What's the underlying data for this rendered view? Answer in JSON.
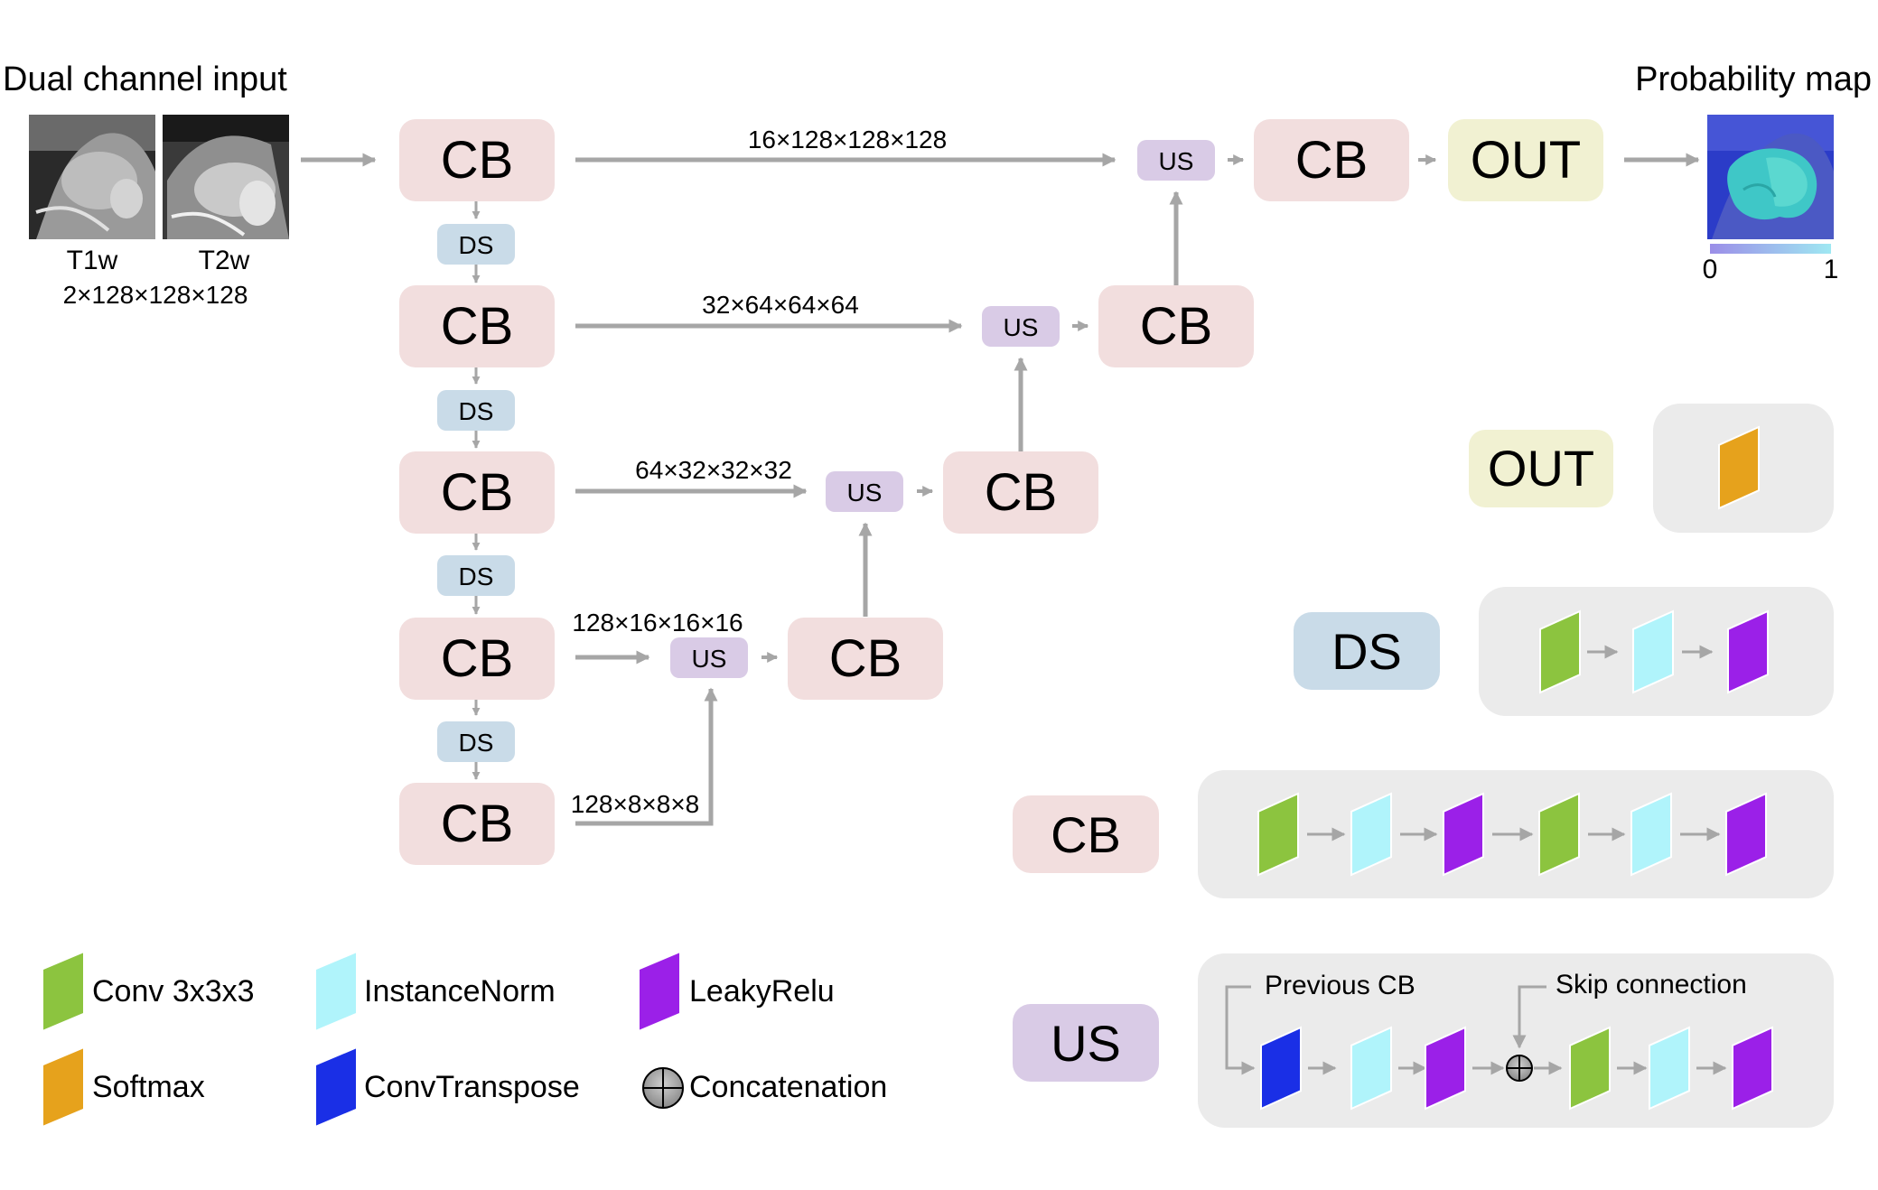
{
  "input": {
    "title": "Dual channel input",
    "t1_label": "T1w",
    "t2_label": "T2w",
    "shape": "2×128×128×128"
  },
  "output": {
    "title": "Probability map",
    "scale_min": "0",
    "scale_max": "1"
  },
  "blocks": {
    "cb": "CB",
    "ds": "DS",
    "us": "US",
    "out": "OUT"
  },
  "dims": {
    "level1": "16×128×128×128",
    "level2": "32×64×64×64",
    "level3": "64×32×32×32",
    "level4": "128×16×16×16",
    "level5": "128×8×8×8"
  },
  "us_detail": {
    "previous_cb": "Previous CB",
    "skip_connection": "Skip connection"
  },
  "legend": {
    "conv": "Conv 3x3x3",
    "instancenorm": "InstanceNorm",
    "leakyrelu": "LeakyRelu",
    "softmax": "Softmax",
    "convtranspose": "ConvTranspose",
    "concatenation": "Concatenation"
  },
  "colors": {
    "cb_fill": "#f2dede",
    "ds_fill": "#c9dbe8",
    "us_fill": "#d9cbe6",
    "out_fill": "#f1f1d2",
    "panel_fill": "#ebebeb",
    "arrow": "#a6a6a6",
    "conv": "#8cc43f",
    "instancenorm": "#b0f4fb",
    "leakyrelu": "#9b20e8",
    "softmax": "#e6a21c",
    "convtranspose": "#1a2fe6"
  }
}
